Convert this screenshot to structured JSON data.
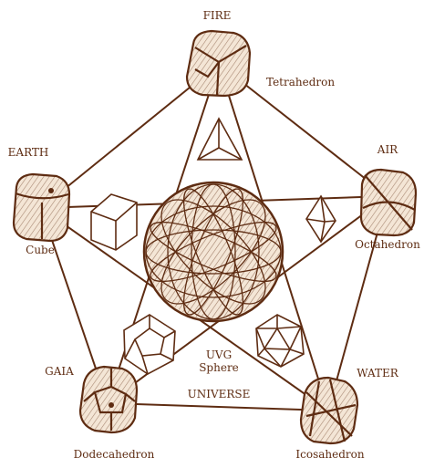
{
  "colors": {
    "ink": "#5e2c12",
    "fill": "#fbf3ea",
    "background": "#ffffff"
  },
  "elements": [
    {
      "name": "Fire",
      "label": "FIRE",
      "solid": "Tetrahedron",
      "solid_label": "Tetrahedron"
    },
    {
      "name": "Air",
      "label": "AIR",
      "solid": "Octahedron",
      "solid_label": "Octahedron"
    },
    {
      "name": "Water",
      "label": "WATER",
      "solid": "Icosahedron",
      "solid_label": "Icosahedron"
    },
    {
      "name": "Gaia",
      "label": "GAIA",
      "solid": "Dodecahedron",
      "solid_label": "Dodecahedron"
    },
    {
      "name": "Earth",
      "label": "EARTH",
      "solid": "Cube",
      "solid_label": "Cube"
    }
  ],
  "center": {
    "line1": "UVG",
    "line2": "Sphere"
  },
  "universe_label": "UNIVERSE",
  "icons": {
    "tetrahedron": "tetrahedron-icon",
    "cube": "cube-icon",
    "octahedron": "octahedron-icon",
    "dodecahedron": "dodecahedron-icon",
    "icosahedron": "icosahedron-icon",
    "sphere": "geodesic-sphere-icon"
  }
}
